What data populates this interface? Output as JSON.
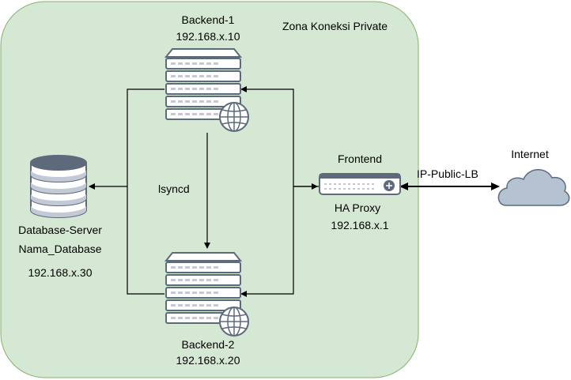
{
  "zone": {
    "label": "Zona Koneksi Private",
    "fill": "#d5e8d4",
    "stroke": "#82b366"
  },
  "backend1": {
    "name": "Backend-1",
    "ip": "192.168.x.10"
  },
  "backend2": {
    "name": "Backend-2",
    "ip": "192.168.x.20"
  },
  "database": {
    "name": "Database-Server",
    "db": "Nama_Database",
    "ip": "192.168.x.30"
  },
  "frontend": {
    "title": "Frontend",
    "name": "HA Proxy",
    "ip": "192.168.x.1"
  },
  "sync_label": "lsyncd",
  "link_label": "IP-Public-LB",
  "internet": {
    "label": "Internet"
  },
  "icons": {
    "server": "server-stack-icon",
    "globe": "globe-icon",
    "database": "database-cylinder-icon",
    "loadbalancer": "load-balancer-icon",
    "cloud": "cloud-icon"
  },
  "colors": {
    "device_fill": "#ffffff",
    "device_dark": "#5c6a7c",
    "device_mid": "#c3cad6",
    "cloud": "#b4c2d1"
  }
}
